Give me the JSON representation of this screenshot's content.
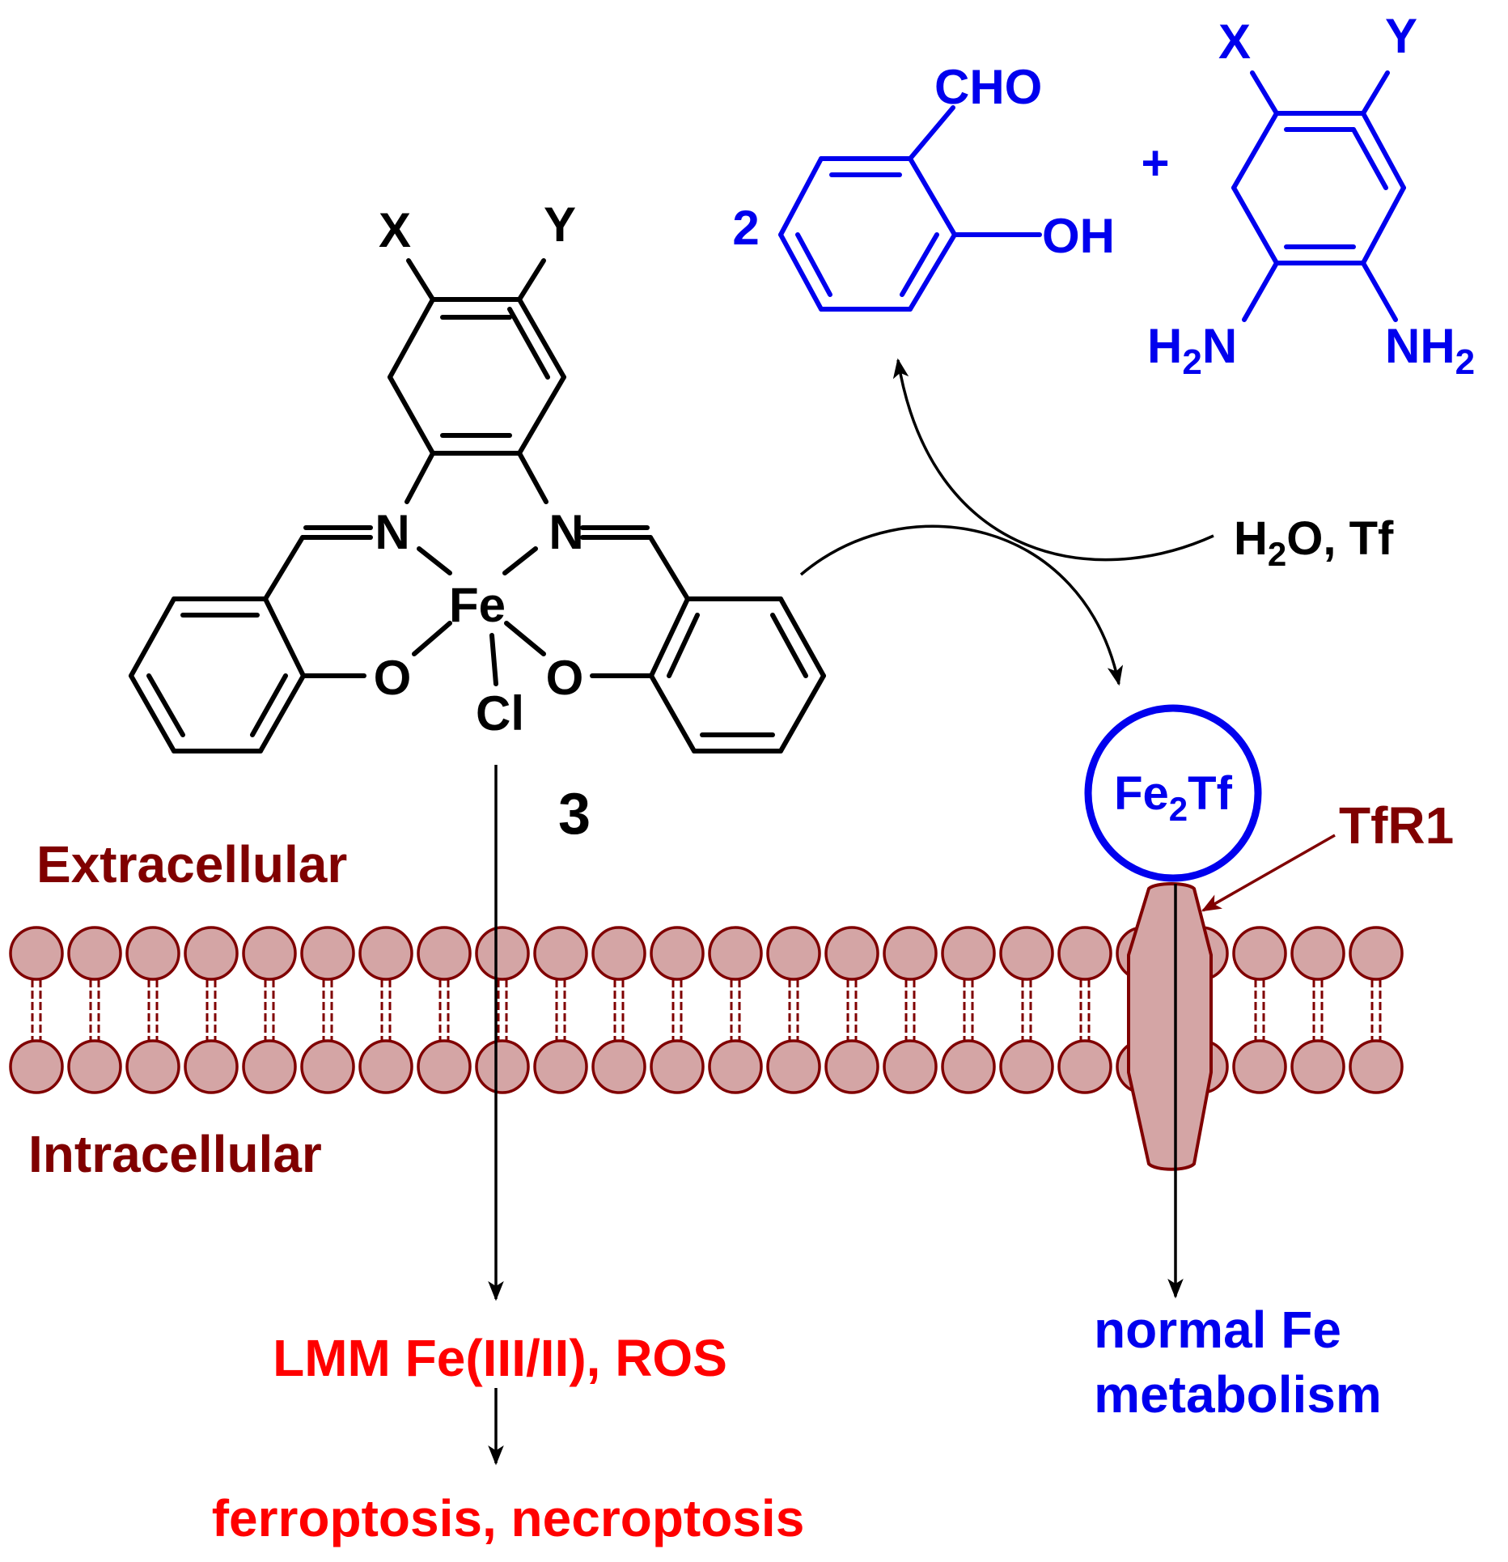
{
  "colors": {
    "black": "#000000",
    "blue": "#0000ee",
    "red": "#ff0000",
    "dark_red": "#800000",
    "lipid_fill": "#d4a5a5",
    "lipid_stroke": "#800000"
  },
  "complex": {
    "sub_x": "X",
    "sub_y": "Y",
    "n_left": "N",
    "n_right": "N",
    "metal": "Fe",
    "o_left": "O",
    "o_right": "O",
    "halide": "Cl",
    "compound_number": "3"
  },
  "products": {
    "coefficient": "2",
    "aldehyde": "CHO",
    "hydroxyl": "OH",
    "plus": "+",
    "sub_x": "X",
    "sub_y": "Y",
    "amine_left_h": "H",
    "amine_left_sub": "2",
    "amine_left_n": "N",
    "amine_right_nh": "NH",
    "amine_right_sub": "2"
  },
  "reagents": {
    "h": "H",
    "sub": "2",
    "rest": "O, Tf"
  },
  "transferrin": {
    "fe": "Fe",
    "sub": "2",
    "tf": "Tf"
  },
  "receptor": "TfR1",
  "membrane": {
    "top_label": "Extracellular",
    "bottom_label": "Intracellular"
  },
  "outcomes": {
    "left_first": "LMM Fe(III/II), ROS",
    "left_second": "ferroptosis, necroptosis",
    "right_line1": "normal Fe",
    "right_line2": "metabolism"
  }
}
